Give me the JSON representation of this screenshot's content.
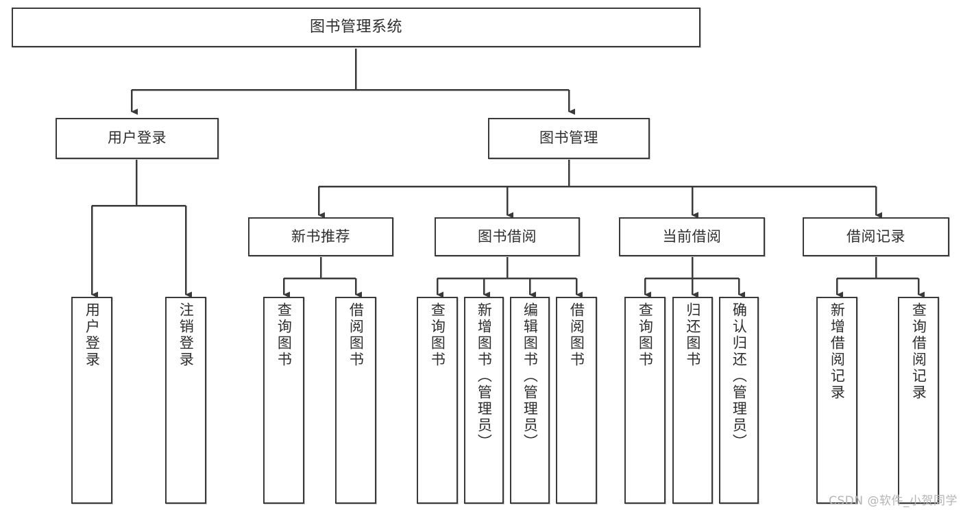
{
  "diagram": {
    "type": "tree-hierarchy-chart",
    "title": "图书管理系统",
    "line_color": "#3a3a3a",
    "box_fill": "#ffffff",
    "text_color": "#2e2e2e",
    "levels": [
      {
        "level": 1,
        "nodes": [
          {
            "id": "root",
            "label": "图书管理系统",
            "orientation": "horizontal"
          }
        ]
      },
      {
        "level": 2,
        "nodes": [
          {
            "id": "l2-1",
            "label": "用户登录",
            "orientation": "horizontal",
            "parent": "root"
          },
          {
            "id": "l2-2",
            "label": "图书管理",
            "orientation": "horizontal",
            "parent": "root"
          }
        ]
      },
      {
        "level": 3,
        "nodes": [
          {
            "id": "l3-1",
            "label": "新书推荐",
            "orientation": "horizontal",
            "parent": "l2-2"
          },
          {
            "id": "l3-2",
            "label": "图书借阅",
            "orientation": "horizontal",
            "parent": "l2-2"
          },
          {
            "id": "l3-3",
            "label": "当前借阅",
            "orientation": "horizontal",
            "parent": "l2-2"
          },
          {
            "id": "l3-4",
            "label": "借阅记录",
            "orientation": "horizontal",
            "parent": "l2-2"
          }
        ]
      },
      {
        "level": 4,
        "nodes": [
          {
            "id": "lf-1",
            "label": "用户登录",
            "orientation": "vertical",
            "parent": "l2-1"
          },
          {
            "id": "lf-2",
            "label": "注销登录",
            "orientation": "vertical",
            "parent": "l2-1"
          },
          {
            "id": "lf-3",
            "label": "查询图书",
            "orientation": "vertical",
            "parent": "l3-1"
          },
          {
            "id": "lf-4",
            "label": "借阅图书",
            "orientation": "vertical",
            "parent": "l3-1"
          },
          {
            "id": "lf-5",
            "label": "查询图书",
            "orientation": "vertical",
            "parent": "l3-2"
          },
          {
            "id": "lf-6",
            "label": "新增图书（管理员）",
            "orientation": "vertical",
            "parent": "l3-2"
          },
          {
            "id": "lf-7",
            "label": "编辑图书（管理员）",
            "orientation": "vertical",
            "parent": "l3-2"
          },
          {
            "id": "lf-8",
            "label": "借阅图书",
            "orientation": "vertical",
            "parent": "l3-2"
          },
          {
            "id": "lf-9",
            "label": "查询图书",
            "orientation": "vertical",
            "parent": "l3-3"
          },
          {
            "id": "lf-10",
            "label": "归还图书",
            "orientation": "vertical",
            "parent": "l3-3"
          },
          {
            "id": "lf-11",
            "label": "确认归还（管理员）",
            "orientation": "vertical",
            "parent": "l3-3"
          },
          {
            "id": "lf-12",
            "label": "新增借阅记录",
            "orientation": "vertical",
            "parent": "l3-4"
          },
          {
            "id": "lf-13",
            "label": "查询借阅记录",
            "orientation": "vertical",
            "parent": "l3-4"
          }
        ]
      }
    ]
  },
  "watermark": {
    "text": "CSDN @软件_小贺同学"
  }
}
